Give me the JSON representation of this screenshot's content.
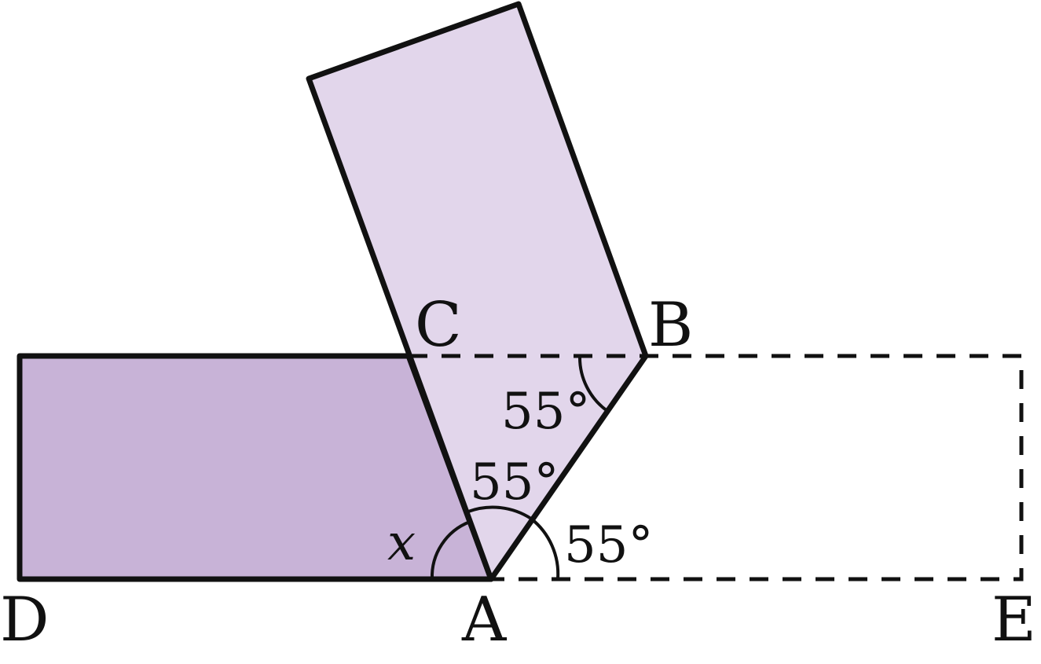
{
  "colors": {
    "rect_fill": "#c8b3d7",
    "folded_fill": "#e2d6eb",
    "stroke": "#111111"
  },
  "points": {
    "A": "A",
    "B": "B",
    "C": "C",
    "D": "D",
    "E": "E"
  },
  "angles": {
    "at_B": "55°",
    "at_A_middle": "55°",
    "at_A_right": "55°",
    "at_A_left": "x"
  }
}
